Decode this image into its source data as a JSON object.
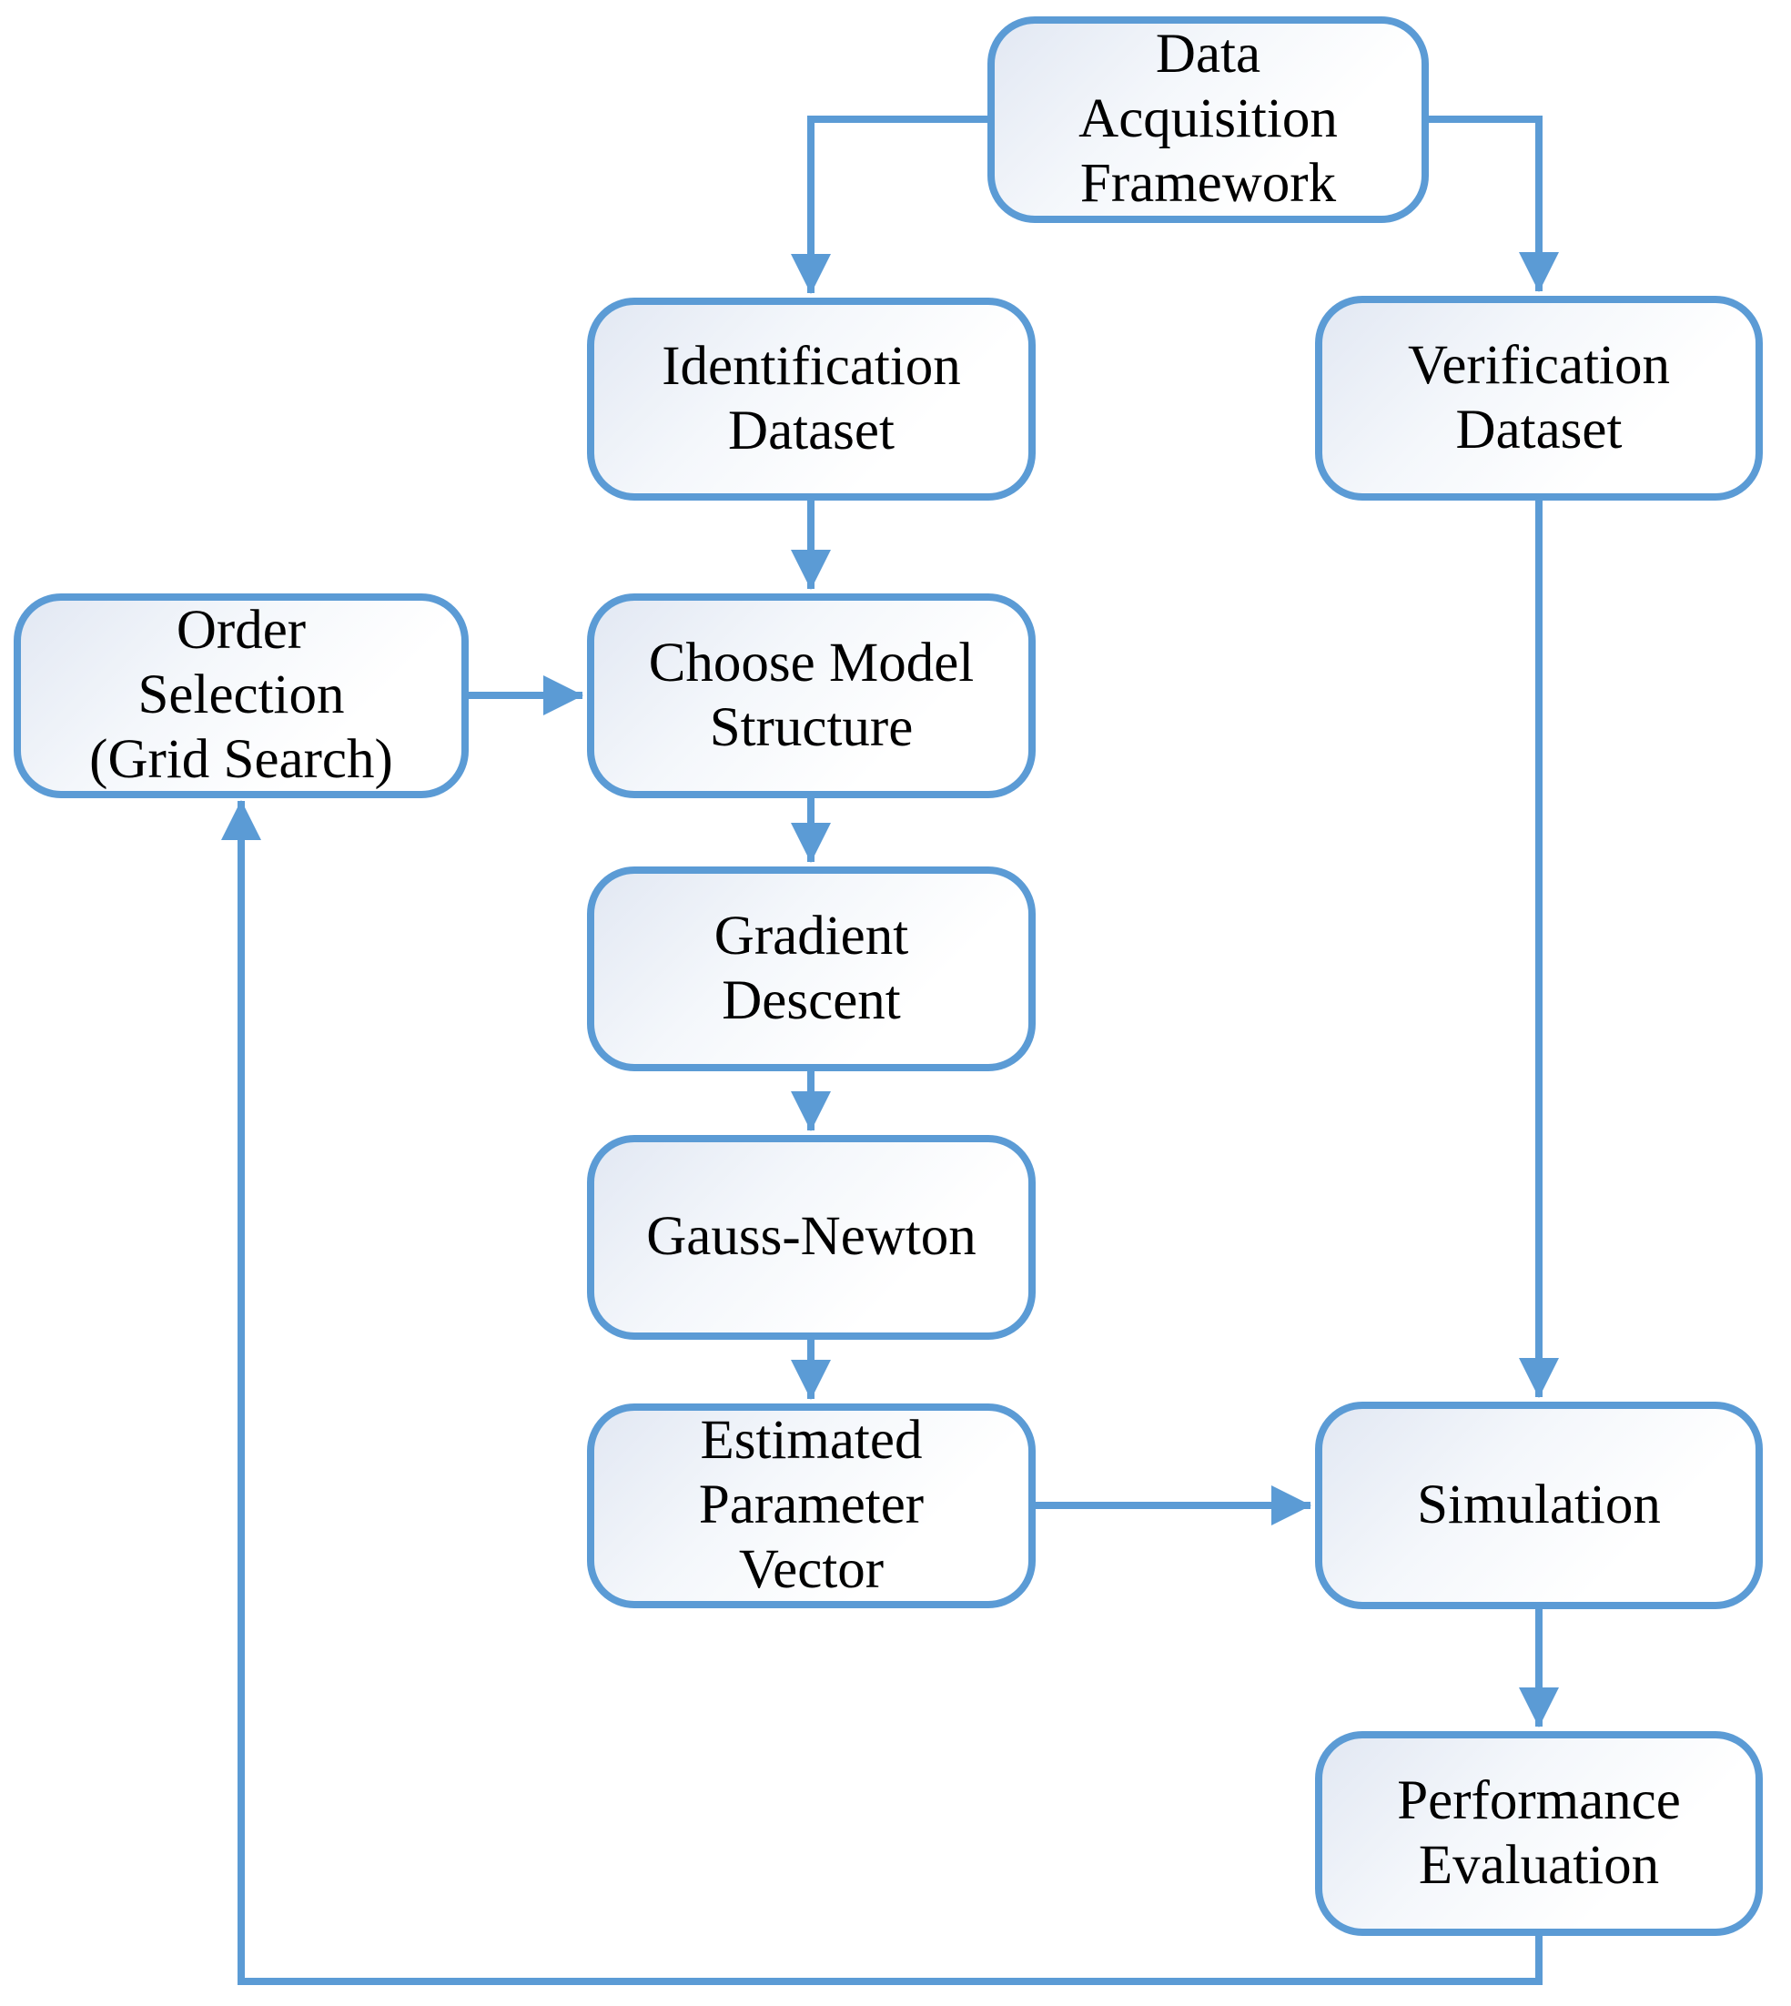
{
  "diagram": {
    "colors": {
      "stroke": "#5B9BD5",
      "text": "#000000",
      "fill_start": "#E2E8F3",
      "fill_end": "#FFFFFF"
    },
    "nodes": [
      {
        "id": "data-acquisition-framework",
        "label": "Data\nAcquisition\nFramework"
      },
      {
        "id": "identification-dataset",
        "label": "Identification\nDataset"
      },
      {
        "id": "verification-dataset",
        "label": "Verification\nDataset"
      },
      {
        "id": "order-selection",
        "label": "Order\nSelection\n(Grid Search)"
      },
      {
        "id": "choose-model-structure",
        "label": "Choose Model\nStructure"
      },
      {
        "id": "gradient-descent",
        "label": "Gradient\nDescent"
      },
      {
        "id": "gauss-newton",
        "label": "Gauss-Newton"
      },
      {
        "id": "estimated-parameter-vector",
        "label": "Estimated\nParameter\nVector"
      },
      {
        "id": "simulation",
        "label": "Simulation"
      },
      {
        "id": "performance-evaluation",
        "label": "Performance\nEvaluation"
      }
    ],
    "edges": [
      {
        "from": "data-acquisition-framework",
        "to": "identification-dataset"
      },
      {
        "from": "data-acquisition-framework",
        "to": "verification-dataset"
      },
      {
        "from": "identification-dataset",
        "to": "choose-model-structure"
      },
      {
        "from": "order-selection",
        "to": "choose-model-structure"
      },
      {
        "from": "choose-model-structure",
        "to": "gradient-descent"
      },
      {
        "from": "gradient-descent",
        "to": "gauss-newton"
      },
      {
        "from": "gauss-newton",
        "to": "estimated-parameter-vector"
      },
      {
        "from": "estimated-parameter-vector",
        "to": "simulation"
      },
      {
        "from": "verification-dataset",
        "to": "simulation"
      },
      {
        "from": "simulation",
        "to": "performance-evaluation"
      },
      {
        "from": "performance-evaluation",
        "to": "order-selection"
      }
    ]
  }
}
